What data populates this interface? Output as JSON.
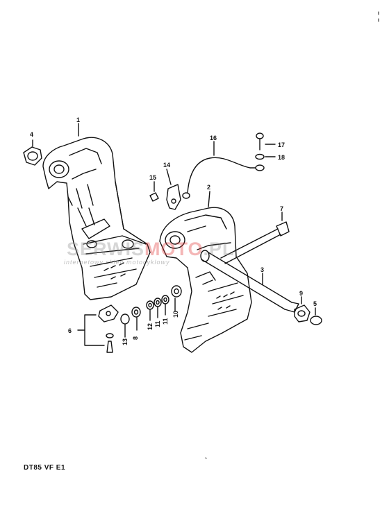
{
  "diagram": {
    "code": "DT85 VF E1",
    "watermark": {
      "brand_a": "SERWIS",
      "brand_b": "MOTO",
      "brand_c": ".PL",
      "tagline": "internetowy sklep motocyklowy"
    },
    "labels": {
      "p1": "1",
      "p2": "2",
      "p3": "3",
      "p4": "4",
      "p5": "5",
      "p6": "6",
      "p7": "7",
      "p8": "8",
      "p9": "9",
      "p10": "10",
      "p11a": "11",
      "p11b": "11",
      "p12": "12",
      "p13": "13",
      "p14": "14",
      "p15": "15",
      "p16": "16",
      "p17": "17",
      "p18": "18"
    }
  }
}
